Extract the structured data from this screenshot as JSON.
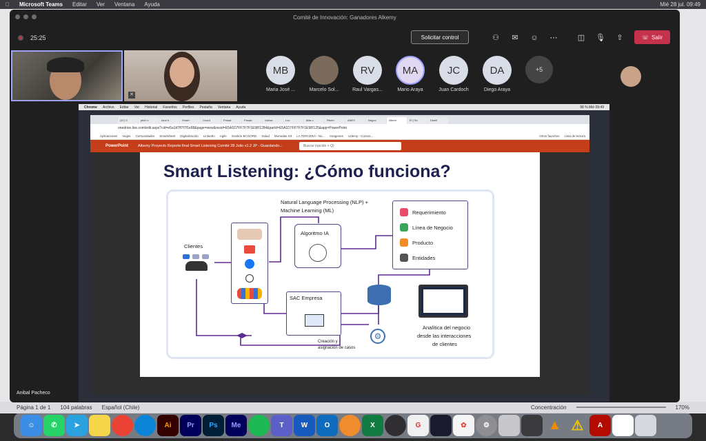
{
  "menubar": {
    "app": "Microsoft Teams",
    "items": [
      "Editar",
      "Ver",
      "Ventana",
      "Ayuda"
    ],
    "clock": "Mié 28 jul.  09:49"
  },
  "teams": {
    "window_title": "Comité de Innovación: Ganadores Alkemy",
    "timer": "25:25",
    "control_button": "Solicitar control",
    "leave_button": "Salir",
    "speaker_name": "Anibal Pacheco"
  },
  "participants": [
    {
      "initials": "MB",
      "name": "Maria José ...",
      "color": "#d8dde8"
    },
    {
      "initials": "",
      "name": "Marcelo Sol...",
      "color": "#7a6b5d"
    },
    {
      "initials": "RV",
      "name": "Raul Vargas...",
      "color": "#d8dde8"
    },
    {
      "initials": "MA",
      "name": "Mario Araya",
      "color": "#e0d7f0"
    },
    {
      "initials": "JC",
      "name": "Juan Cardoch",
      "color": "#d8dde8"
    },
    {
      "initials": "DA",
      "name": "Diego Araya",
      "color": "#d8dde8"
    }
  ],
  "more_participants": "+5",
  "shared_screen": {
    "mac_menu": [
      "Chrome",
      "Archivo",
      "Editar",
      "Ver",
      "Historial",
      "Favoritos",
      "Perfiles",
      "Pestaña",
      "Ventana",
      "Ayuda"
    ],
    "mac_status": "98 %   Mié 09:49",
    "tabs": [
      "(47) C",
      "pitch c",
      "Azul h",
      "Smart",
      "Coord",
      "Posad",
      "Posad",
      "Unirse",
      "Loc",
      "Más c",
      "Rentn",
      "ANEX",
      "Negoc",
      "Alkem",
      "El | Sn",
      "Diseñ"
    ],
    "url": "onedrive.live.com/edit.aspx?cid=e5a1d7ff7f7f1e98&page=view&resid=E5A1D7FF7F7F1E98!1284&parId=E5A1D7FF7F7F1E98!125&app=PowerPoint",
    "bookmarks": [
      "Aplicaciones",
      "Viajes",
      "Comunidades",
      "Smartsheet",
      "Digitalización",
      "LinkedIn",
      "Agile",
      "Gestión BCOORD",
      "Salud",
      "Monedas SII",
      "LA TERCERA - No...",
      "Imagenes",
      "Udemy - Cursos...",
      "Otros favoritos",
      "Lista de lectura"
    ],
    "ppt_brand": "PowerPoint",
    "ppt_doc": "Alkemy Proyecto Reporte final Smart Listening Comité 28 Julio v1.2 JP  -  Guardando...",
    "ppt_search": "Buscar (opción + Q)"
  },
  "slide": {
    "title": "Smart Listening: ¿Cómo funciona?",
    "clientes": "Clientes",
    "nlp_line1": "Natural Language Processing (NLP) +",
    "nlp_line2": "Machine Learning (ML)",
    "algoritmo": "Algoritmo IA",
    "categories": [
      "Requerimiento",
      "Línea de Negocio",
      "Producto",
      "Entidades"
    ],
    "sac": "SAC Empresa",
    "creacion_line1": "Creación y",
    "creacion_line2": "asignación de casos",
    "analitica_line1": "Analítica del negocio",
    "analitica_line2": "desde las interacciones",
    "analitica_line3": "de clientes"
  },
  "word_status": {
    "page": "Página 1 de 1",
    "words": "104 palabras",
    "language": "Español (Chile)",
    "focus": "Concentración",
    "zoom": "170%"
  },
  "dock": [
    "Finder",
    "WhatsApp",
    "Telegram",
    "Notes",
    "Chrome",
    "Edge",
    "Ai",
    "Pr",
    "Ps",
    "Me",
    "Spotify",
    "Teams",
    "Word",
    "Outlook",
    "Podcasts",
    "Excel",
    "OBS",
    "Gong",
    "DaVinci",
    "Photos",
    "Settings",
    "Apps",
    "Calc",
    "VLC",
    "Warning",
    "Acrobat",
    "Calendar",
    "Trash"
  ],
  "colors": {
    "accent": "#5b2c91",
    "leave": "#c4314b",
    "powerpoint": "#c43e1c",
    "slide_title": "#1f2150"
  }
}
